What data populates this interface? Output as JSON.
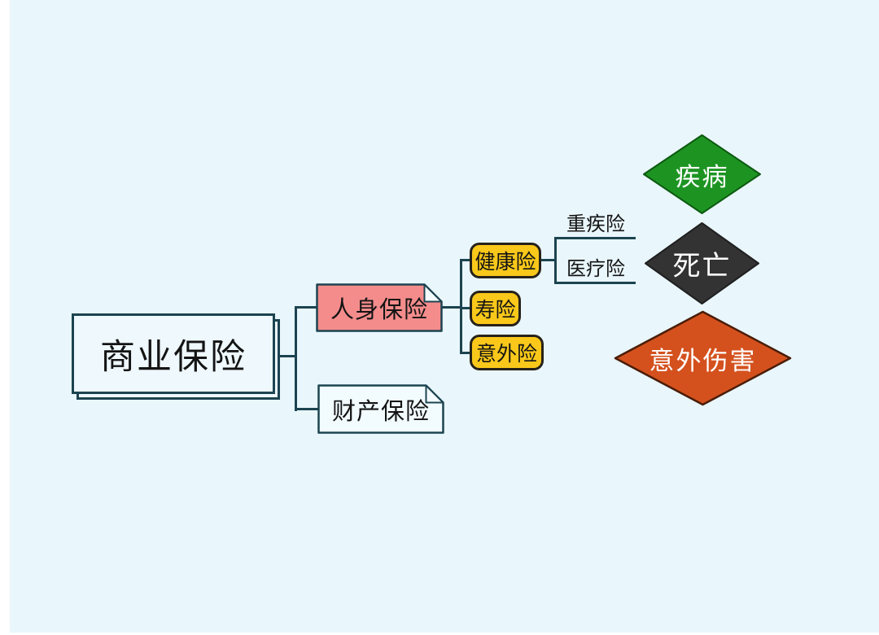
{
  "background": {
    "canvas_color": "#e9f6fc",
    "page_color": "#ffffff",
    "connector_color": "#1c4450"
  },
  "mindmap": {
    "root": {
      "label": "商业保险",
      "fill": "#eef8fd",
      "stroke": "#1c4450"
    },
    "branches": [
      {
        "label": "人身保险",
        "fill": "#f48c8c",
        "stroke": "#1c4450"
      },
      {
        "label": "财产保险",
        "fill": "#f2fbfe",
        "stroke": "#1c4450"
      }
    ],
    "fold_fill": "#f4fbfe",
    "personal_types": [
      {
        "label": "健康险",
        "fill": "#f9c81a"
      },
      {
        "label": "寿险",
        "fill": "#f9c81a"
      },
      {
        "label": "意外险",
        "fill": "#f9c81a"
      }
    ],
    "health_subtypes": [
      {
        "label": "重疾险"
      },
      {
        "label": "医疗险"
      }
    ],
    "risk_diamonds": [
      {
        "label": "疾病",
        "fill": "#1d9422",
        "stroke": "#0c5a10"
      },
      {
        "label": "死亡",
        "fill": "#333333",
        "stroke": "#202020"
      },
      {
        "label": "意外伤害",
        "fill": "#d4511e",
        "stroke": "#4a1d07"
      }
    ]
  }
}
